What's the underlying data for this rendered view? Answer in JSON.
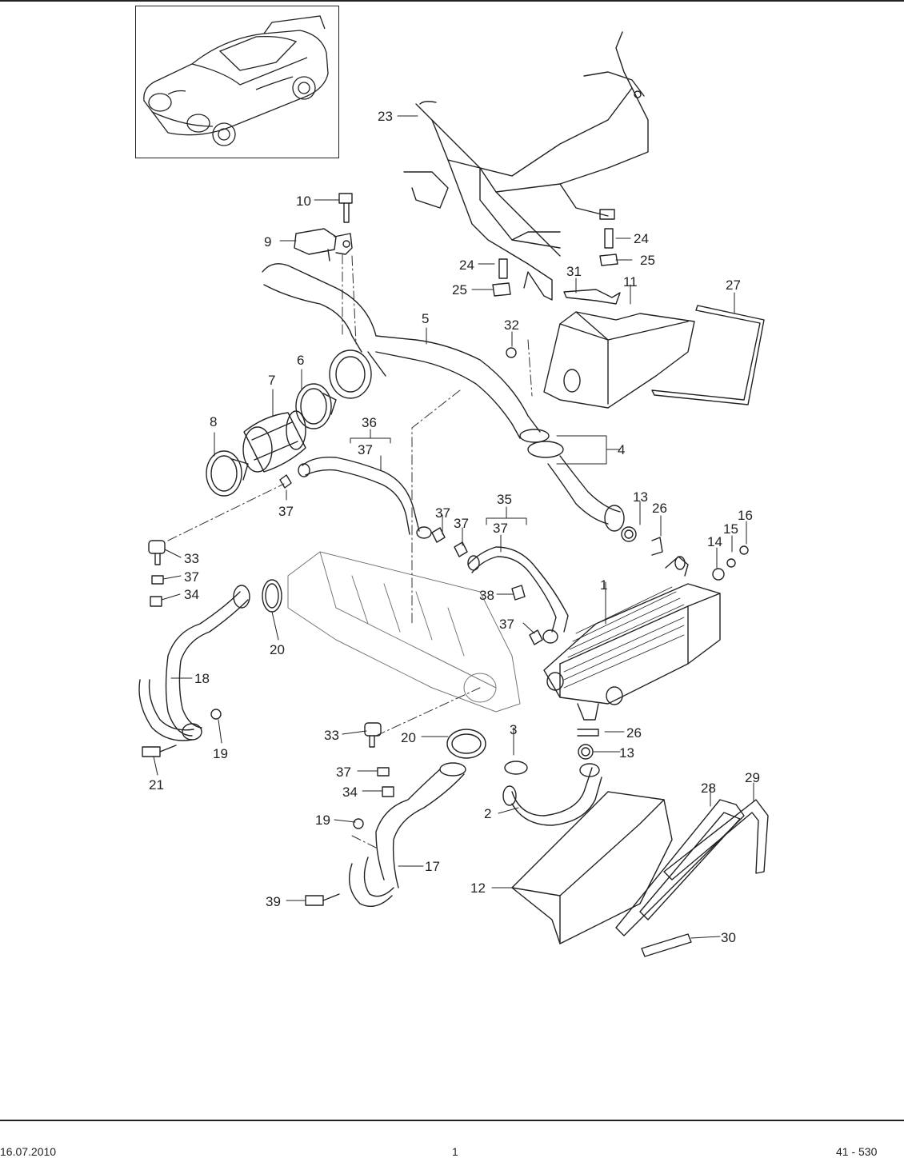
{
  "footer": {
    "date": "16.07.2010",
    "page": "1",
    "code": "41 - 530"
  },
  "thumbnail": {
    "icon": "car-icon"
  },
  "callouts": {
    "c1": "1",
    "c2": "2",
    "c3": "3",
    "c4": "4",
    "c5": "5",
    "c6": "6",
    "c7": "7",
    "c8": "8",
    "c9": "9",
    "c10": "10",
    "c11": "11",
    "c12": "12",
    "c13a": "13",
    "c13b": "13",
    "c14": "14",
    "c15": "15",
    "c16": "16",
    "c17": "17",
    "c18": "18",
    "c19a": "19",
    "c19b": "19",
    "c20a": "20",
    "c20b": "20",
    "c21": "21",
    "c23": "23",
    "c24a": "24",
    "c24b": "24",
    "c25a": "25",
    "c25b": "25",
    "c26a": "26",
    "c26b": "26",
    "c27": "27",
    "c28": "28",
    "c29": "29",
    "c30": "30",
    "c31": "31",
    "c32": "32",
    "c33a": "33",
    "c33b": "33",
    "c34a": "34",
    "c34b": "34",
    "c35": "35",
    "c36": "36",
    "c37a": "37",
    "c37b": "37",
    "c37c": "37",
    "c37d": "37",
    "c37e": "37",
    "c37f": "37",
    "c37g": "37",
    "c37h": "37",
    "c37i": "37",
    "c38": "38",
    "c39": "39"
  }
}
